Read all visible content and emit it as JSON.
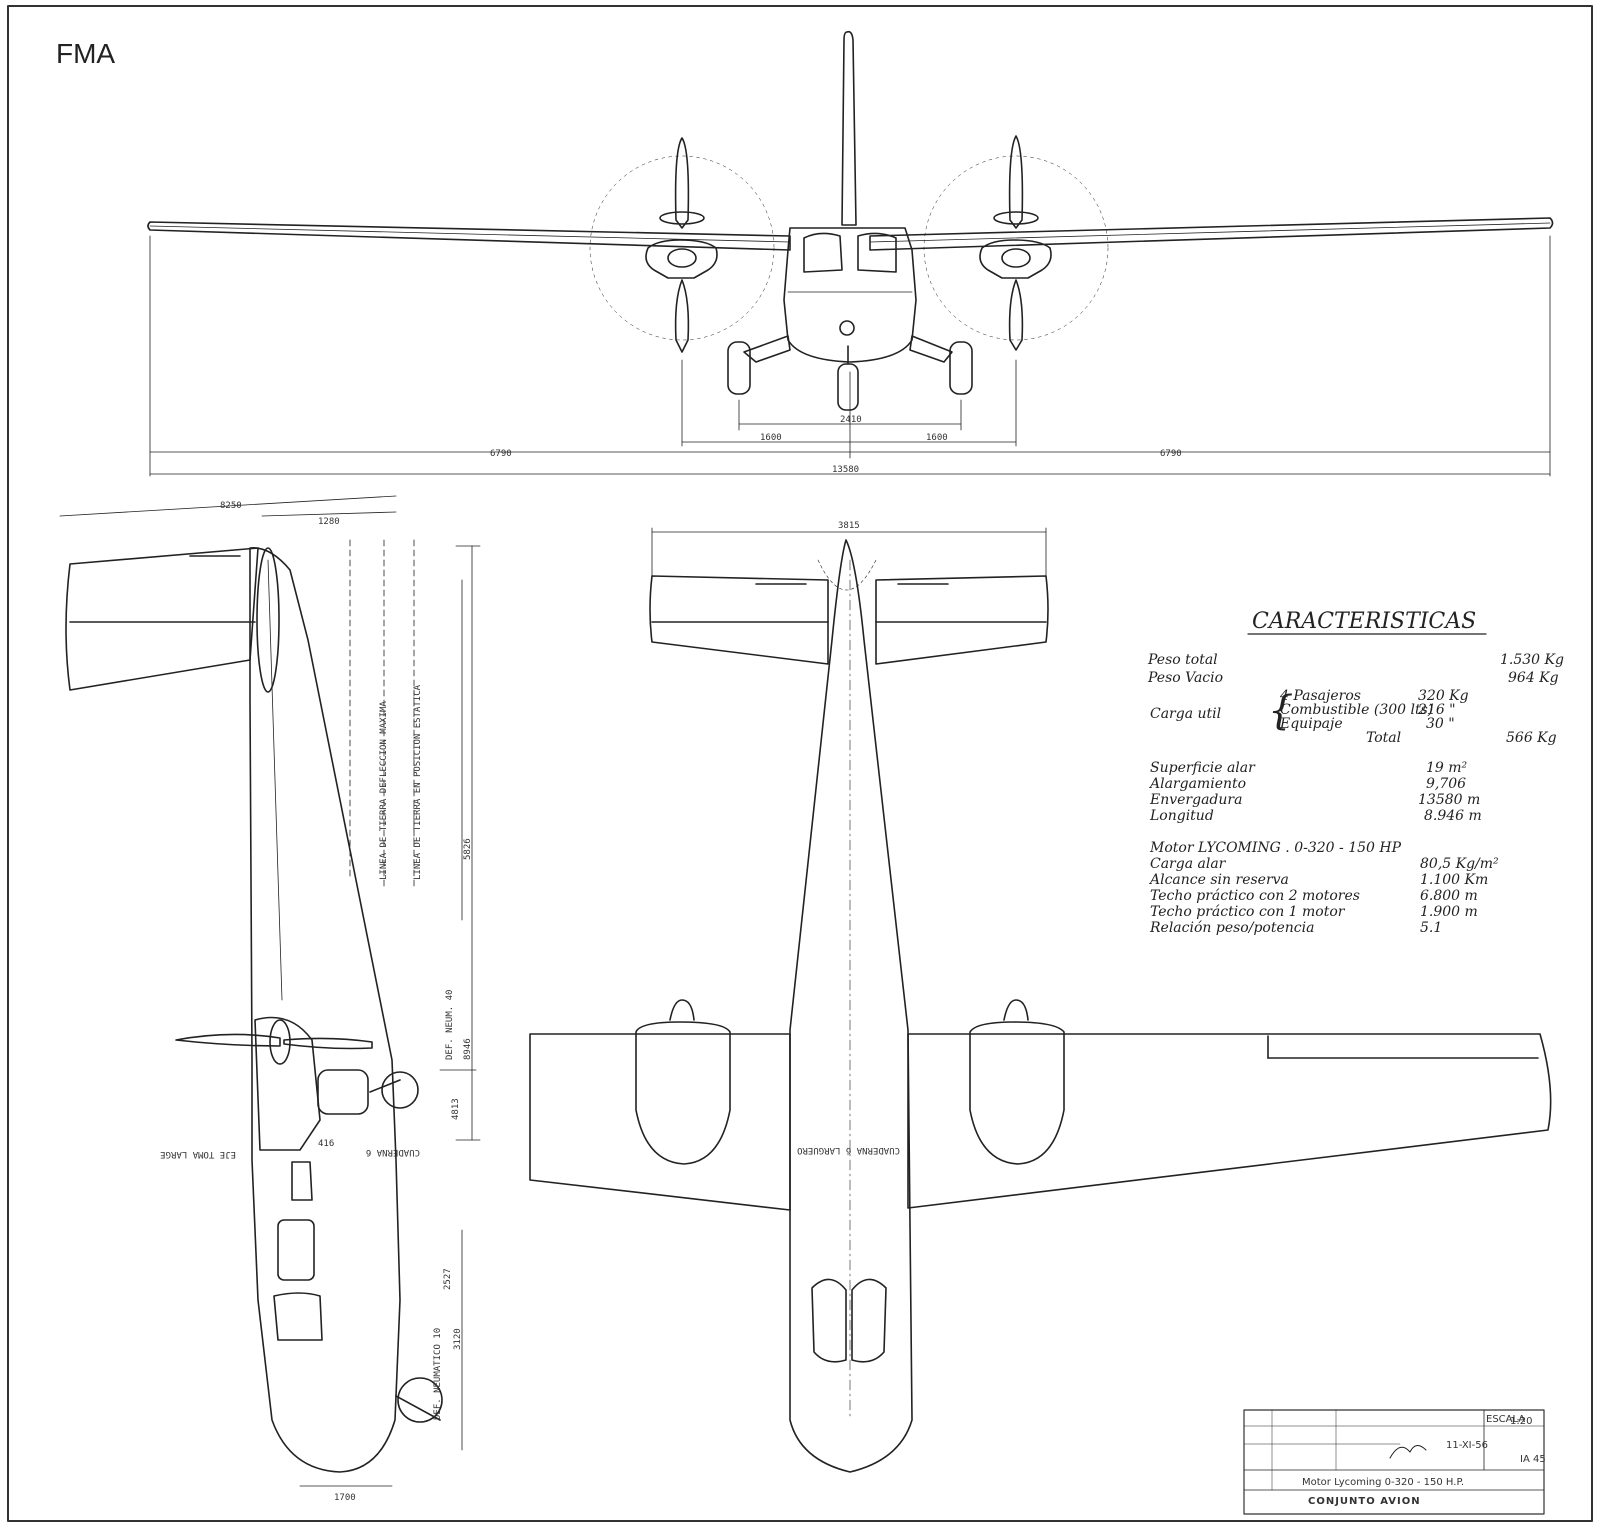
{
  "brand": "FMA",
  "front_view": {
    "dims": {
      "left_span": "6790",
      "right_span": "6790",
      "total_span": "13580",
      "track": "2410",
      "half_left": "1600",
      "half_right": "1600"
    }
  },
  "side_view": {
    "dims": {
      "top": "8250",
      "stab": "1280",
      "height_a": "5826",
      "height_total": "8946",
      "small_a": "4813",
      "small_b": "416",
      "nose_a": "2527",
      "nose_b": "3120",
      "bottom": "1700"
    },
    "annotations": {
      "ground_line_max": "LINEA DE TIERRA DEFLECCION MAXIMA",
      "ground_line_static": "LINEA DE TIERRA EN POSICION ESTATICA",
      "deflection_label": "DEF. NEUM. 40",
      "frame_label": "CUADERNA 6",
      "axis_label": "EJE TOMA LARGE",
      "tire_label": "DEF. NEUMATICO 10"
    }
  },
  "plan_view": {
    "dims": {
      "tail_span": "3815"
    },
    "annotations": {
      "frame_label": "CUADERNA 6 LARGUERO"
    }
  },
  "specs": {
    "title": "CARACTERISTICAS",
    "rows": [
      {
        "label": "Peso total",
        "value": "1.530 Kg"
      },
      {
        "label": "Peso Vacio",
        "value": "964 Kg"
      }
    ],
    "cargo": {
      "label": "Carga util",
      "items": [
        {
          "label": "4 Pasajeros",
          "value": "320 Kg"
        },
        {
          "label": "Combustible (300 lts)",
          "value": "216 \""
        },
        {
          "label": "Equipaje",
          "value": "30 \""
        }
      ],
      "total_label": "Total",
      "total_value": "566 Kg"
    },
    "geometry": [
      {
        "label": "Superficie alar",
        "value": "19 m²"
      },
      {
        "label": "Alargamiento",
        "value": "9,706"
      },
      {
        "label": "Envergadura",
        "value": "13580 m"
      },
      {
        "label": "Longitud",
        "value": "8.946 m"
      }
    ],
    "engine": "Motor LYCOMING . 0-320 - 150 HP",
    "performance": [
      {
        "label": "Carga alar",
        "value": "80,5 Kg/m²"
      },
      {
        "label": "Alcance sin reserva",
        "value": "1.100 Km"
      },
      {
        "label": "Techo práctico con 2 motores",
        "value": "6.800 m"
      },
      {
        "label": "Techo práctico con 1 motor",
        "value": "1.900 m"
      },
      {
        "label": "Relación peso/potencia",
        "value": "5.1"
      }
    ]
  },
  "title_block": {
    "scale_label": "ESCALA",
    "scale": "1:20",
    "date": "11-XI-56",
    "code": "IA 45",
    "subtitle": "Motor Lycoming 0-320 - 150 H.P.",
    "title": "CONJUNTO AVION"
  }
}
